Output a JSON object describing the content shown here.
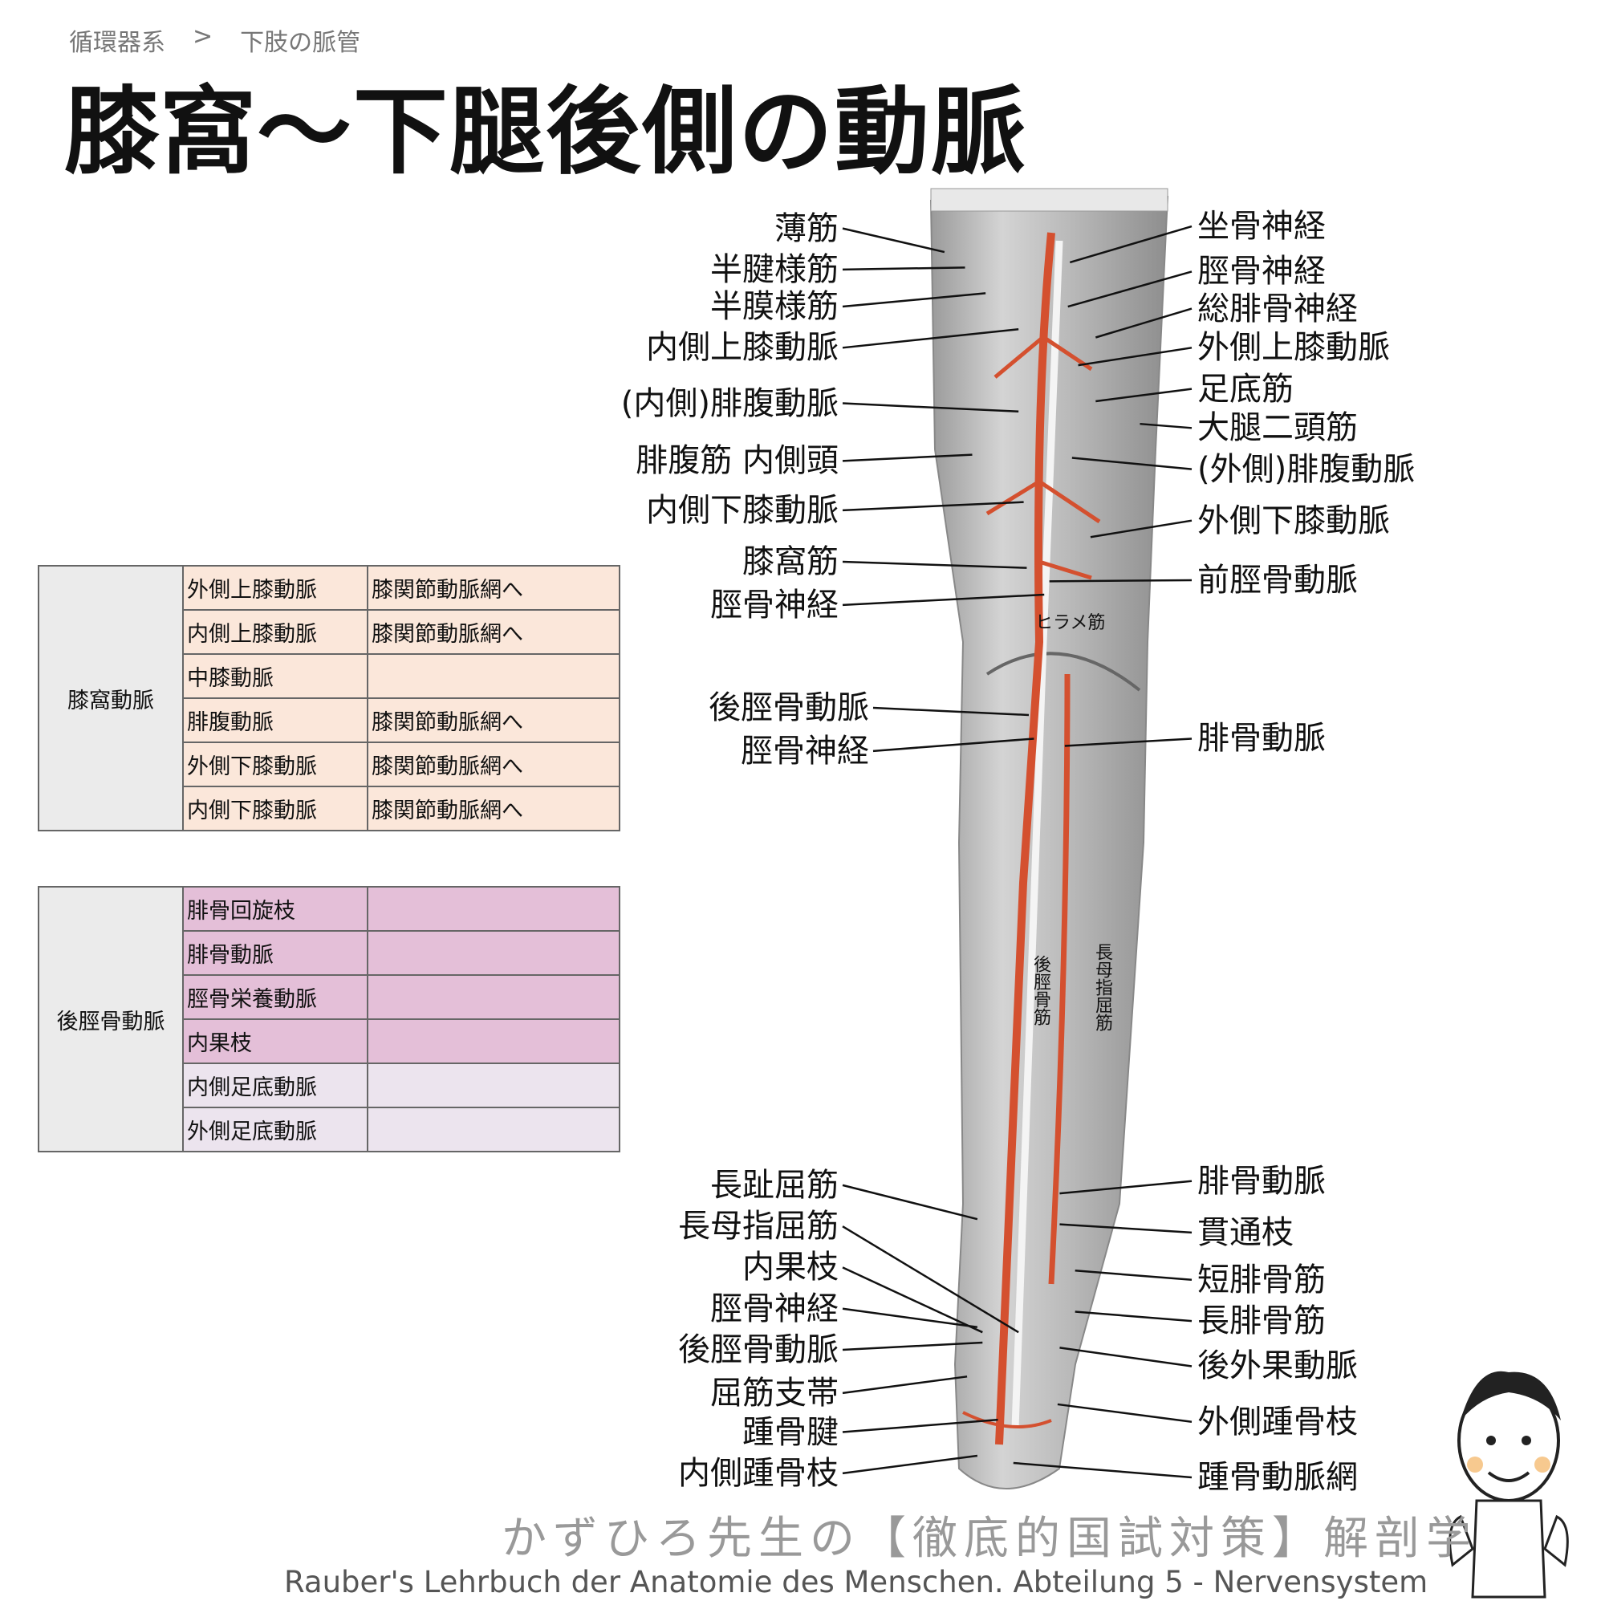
{
  "breadcrumb": {
    "parent": "循環器系",
    "separator": ">",
    "current": "下肢の脈管"
  },
  "title": "膝窩～下腿後側の動脈",
  "table1": {
    "group": "膝窩動脈",
    "rows": [
      [
        "外側上膝動脈",
        "膝関節動脈網へ"
      ],
      [
        "内側上膝動脈",
        "膝関節動脈網へ"
      ],
      [
        "中膝動脈",
        ""
      ],
      [
        "腓腹動脈",
        "膝関節動脈網へ"
      ],
      [
        "外側下膝動脈",
        "膝関節動脈網へ"
      ],
      [
        "内側下膝動脈",
        "膝関節動脈網へ"
      ]
    ]
  },
  "table2": {
    "group": "後脛骨動脈",
    "rows": [
      [
        "腓骨回旋枝",
        ""
      ],
      [
        "腓骨動脈",
        ""
      ],
      [
        "脛骨栄養動脈",
        ""
      ],
      [
        "内果枝",
        ""
      ],
      [
        "内側足底動脈",
        ""
      ],
      [
        "外側足底動脈",
        ""
      ]
    ]
  },
  "labels_left": [
    "薄筋",
    "半腱様筋",
    "半膜様筋",
    "内側上膝動脈",
    "(内側)腓腹動脈",
    "腓腹筋 内側頭",
    "内側下膝動脈",
    "膝窩筋",
    "脛骨神経",
    "後脛骨動脈",
    "脛骨神経",
    "長趾屈筋",
    "長母指屈筋",
    "内果枝",
    "脛骨神経",
    "後脛骨動脈",
    "屈筋支帯",
    "踵骨腱",
    "内側踵骨枝"
  ],
  "labels_right": [
    "坐骨神経",
    "脛骨神経",
    "総腓骨神経",
    "外側上膝動脈",
    "足底筋",
    "大腿二頭筋",
    "(外側)腓腹動脈",
    "外側下膝動脈",
    "前脛骨動脈",
    "腓骨動脈",
    "腓骨動脈",
    "貫通枝",
    "短腓骨筋",
    "長腓骨筋",
    "後外果動脈",
    "外側踵骨枝",
    "踵骨動脈網"
  ],
  "inner_labels": {
    "soleus": "ヒラメ筋",
    "tib_post": "後脛骨筋",
    "fhl": "長母指屈筋"
  },
  "footer": {
    "jp": "かずひろ先生の【徹底的国試対策】解剖学",
    "en": "Rauber's Lehrbuch der Anatomie des Menschen. Abteilung 5 -  Nervensystem"
  },
  "colors": {
    "artery": "#d4502f",
    "table1": "#fbe7da",
    "table2": "#e4bfd8"
  }
}
